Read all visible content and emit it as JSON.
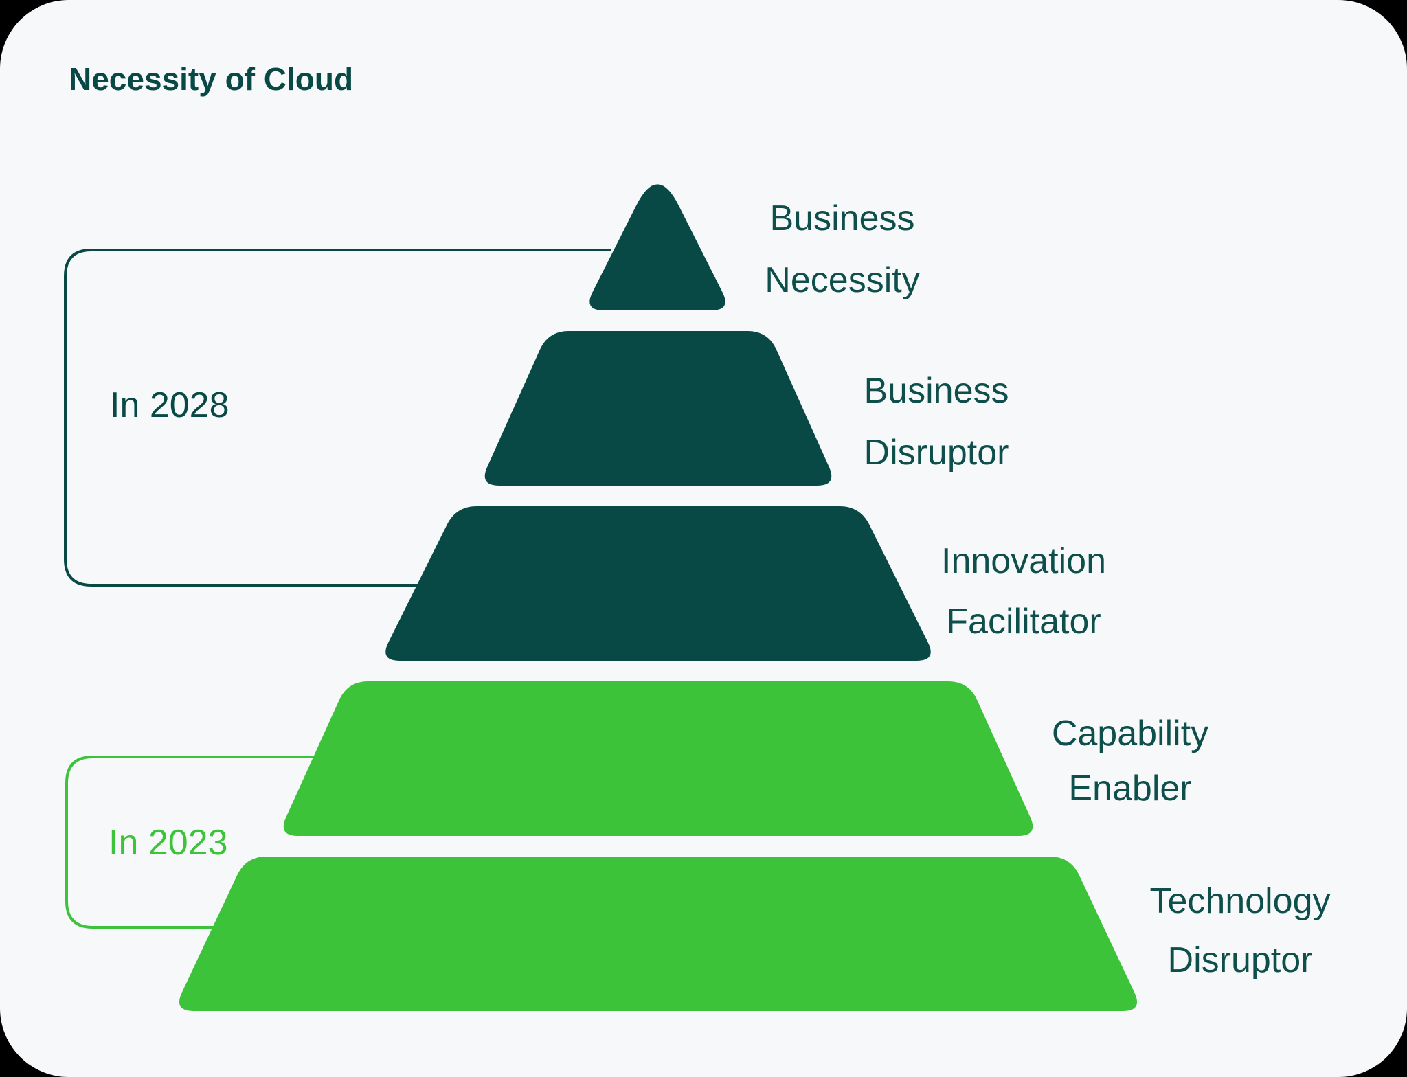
{
  "title": "Necessity of Cloud",
  "colors": {
    "background": "#F6F8FA",
    "outside": "#000000",
    "dark_teal": "#084945",
    "green": "#3CC33A",
    "label_text": "#0E4F4B"
  },
  "pyramid": {
    "levels": [
      {
        "line1": "Business",
        "line2": "Necessity",
        "band": "dark_teal"
      },
      {
        "line1": "Business",
        "line2": "Disruptor",
        "band": "dark_teal"
      },
      {
        "line1": "Innovation",
        "line2": "Facilitator",
        "band": "dark_teal"
      },
      {
        "line1": "Capability",
        "line2": "Enabler",
        "band": "green"
      },
      {
        "line1": "Technology",
        "line2": "Disruptor",
        "band": "green"
      }
    ]
  },
  "annotations": [
    {
      "label": "In 2028",
      "color": "dark_teal",
      "covers": [
        "Business Necessity",
        "Business Disruptor",
        "Innovation Facilitator"
      ]
    },
    {
      "label": "In 2023",
      "color": "green",
      "covers": [
        "Capability Enabler",
        "Technology Disruptor"
      ]
    }
  ]
}
